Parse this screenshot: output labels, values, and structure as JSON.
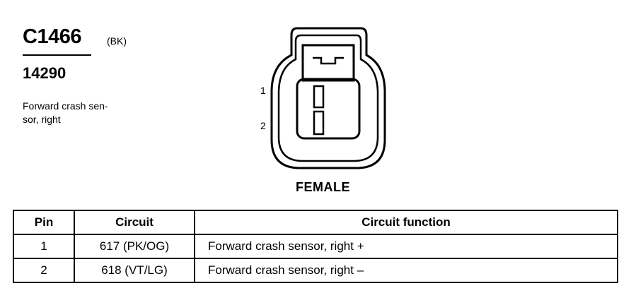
{
  "connector": {
    "id": "C1466",
    "color": "(BK)",
    "part_number": "14290",
    "description_line1": "Forward crash sen-",
    "description_line2": "sor, right",
    "gender": "FEMALE",
    "pin_labels": [
      "1",
      "2"
    ]
  },
  "table": {
    "headers": {
      "pin": "Pin",
      "circuit": "Circuit",
      "function": "Circuit function"
    },
    "rows": [
      {
        "pin": "1",
        "circuit": "617 (PK/OG)",
        "function": "Forward crash sensor, right +"
      },
      {
        "pin": "2",
        "circuit": "618 (VT/LG)",
        "function": "Forward crash sensor, right –"
      }
    ]
  }
}
